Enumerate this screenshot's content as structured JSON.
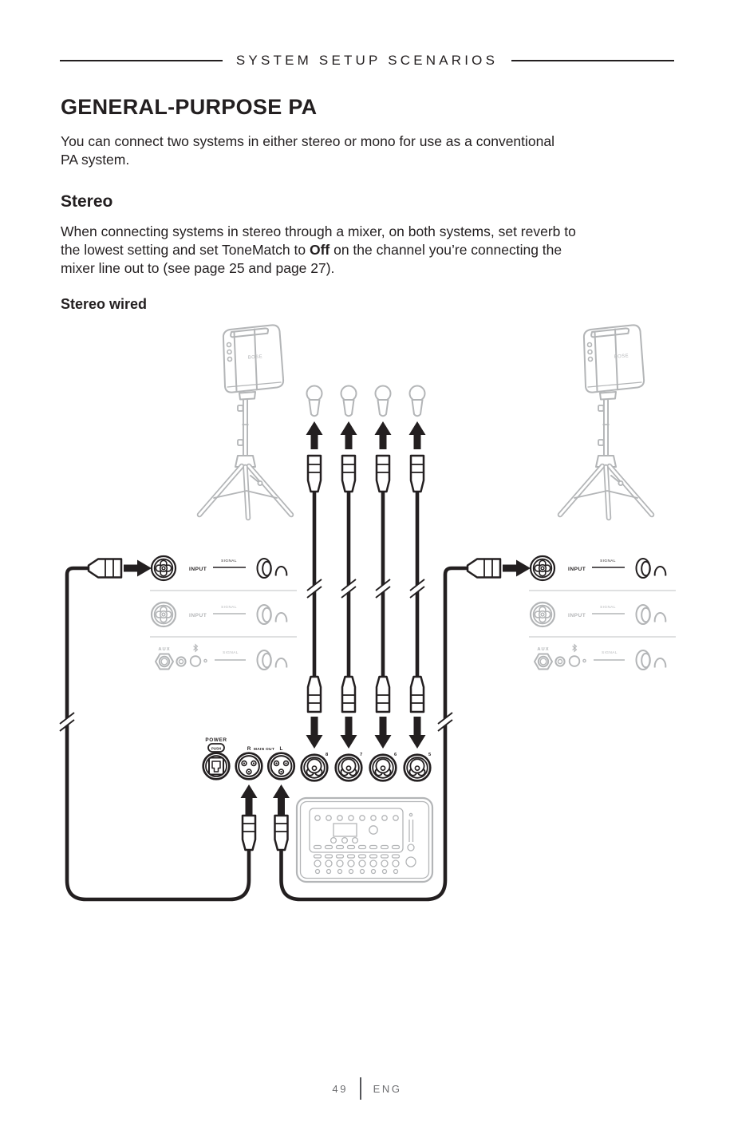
{
  "header": {
    "title": "SYSTEM SETUP SCENARIOS"
  },
  "content": {
    "h1": "GENERAL-PURPOSE PA",
    "intro": {
      "line1": "You can connect two systems in either stereo or mono for use as a conventional",
      "line2": "PA system."
    },
    "stereo_heading": "Stereo",
    "stereo_body": {
      "line1": "When connecting systems in stereo through a mixer, on both systems, set reverb to",
      "line2_pre": "the lowest setting and set ToneMatch to ",
      "line2_bold": "Off",
      "line2_post": " on the channel you’re connecting the",
      "line3": "mixer line out to (see page 25 and page 27)."
    },
    "diagram_heading": "Stereo wired"
  },
  "diagram": {
    "speaker_logo": "BOSE",
    "panel": {
      "input": "INPUT",
      "signal": "SIGNAL",
      "aux": "AUX"
    },
    "mixer": {
      "power": "POWER",
      "push": "PUSH",
      "r": "R",
      "main_out": "MAIN OUT",
      "l": "L",
      "channels": [
        "8",
        "7",
        "6",
        "5"
      ]
    }
  },
  "footer": {
    "page_number": "49",
    "language": "ENG"
  }
}
